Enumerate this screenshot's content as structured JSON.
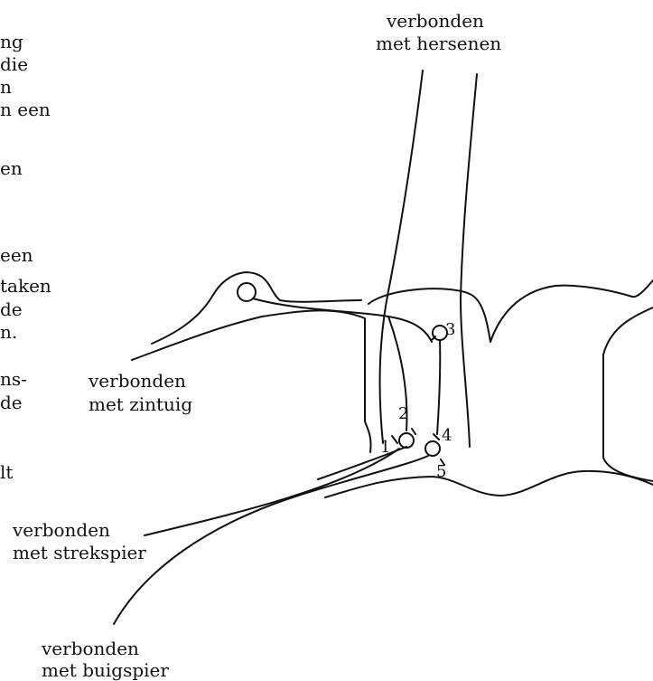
{
  "side_text": [
    "ng",
    "die",
    "n",
    "n een",
    "en",
    "een",
    "taken",
    "de",
    "n.",
    "ns-",
    "de",
    "lt"
  ],
  "labels": {
    "hersenen": [
      "verbonden",
      "met hersenen"
    ],
    "zintuig": [
      "verbonden",
      "met zintuig"
    ],
    "strekspier": [
      "verbonden",
      "met strekspier"
    ],
    "buigspier": [
      "verbonden",
      "met buigspier"
    ]
  },
  "synapse_numbers": [
    "1",
    "2",
    "3",
    "4",
    "5"
  ]
}
